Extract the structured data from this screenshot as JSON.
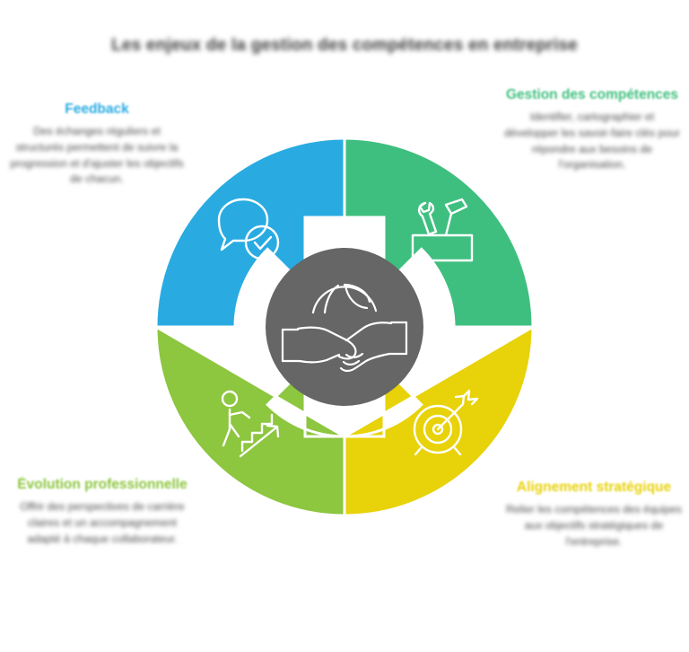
{
  "title": "Les enjeux de la gestion des compétences en entreprise",
  "colors": {
    "feedback": "#29ABE2",
    "competences": "#3FBF7F",
    "alignement": "#E8D209",
    "evolution": "#8DC63F",
    "center": "#666666",
    "text": "#4a4a4a",
    "background": "#ffffff"
  },
  "center": {
    "icon": "handshake-globe-icon"
  },
  "segments": [
    {
      "id": "feedback",
      "icon": "speech-bubble-check-icon",
      "color": "#29ABE2",
      "position": "top-left"
    },
    {
      "id": "competences",
      "icon": "toolbox-wrench-hammer-icon",
      "color": "#3FBF7F",
      "position": "top-right"
    },
    {
      "id": "alignement",
      "icon": "target-arrow-icon",
      "color": "#E8D209",
      "position": "bottom-right"
    },
    {
      "id": "evolution",
      "icon": "person-stairs-arrow-icon",
      "color": "#8DC63F",
      "position": "bottom-left"
    }
  ],
  "callouts": {
    "feedback": {
      "title": "Feedback",
      "title_color": "#29ABE2",
      "body": "Des échanges réguliers et structurés permettent de suivre la progression et d'ajuster les objectifs de chacun."
    },
    "competences": {
      "title": "Gestion des compétences",
      "title_color": "#3FBF7F",
      "body": "Identifier, cartographier et développer les savoir-faire clés pour répondre aux besoins de l'organisation."
    },
    "evolution": {
      "title": "Évolution professionnelle",
      "title_color": "#8DC63F",
      "body": "Offrir des perspectives de carrière claires et un accompagnement adapté à chaque collaborateur."
    },
    "alignement": {
      "title": "Alignement stratégique",
      "title_color": "#E8D209",
      "body": "Relier les compétences des équipes aux objectifs stratégiques de l'entreprise."
    }
  }
}
